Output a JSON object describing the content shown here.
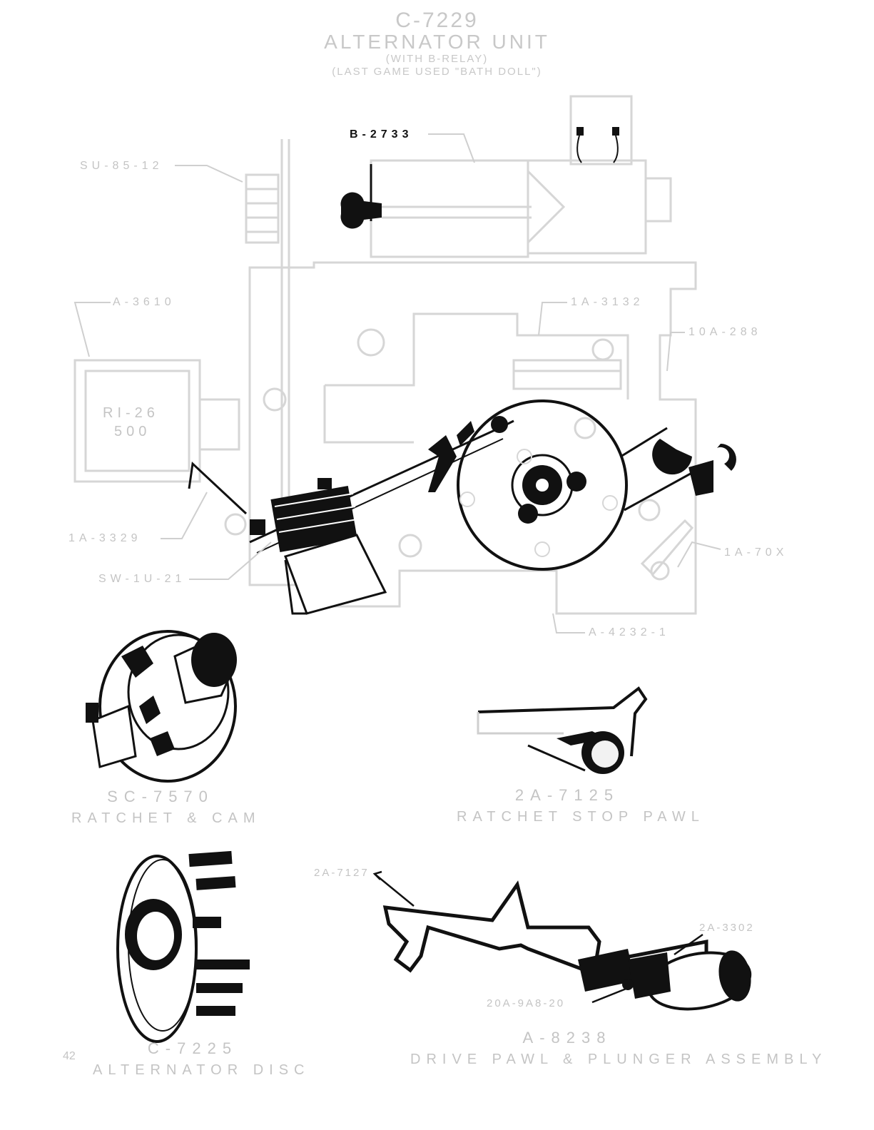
{
  "title": {
    "line1": "C-7229",
    "line2": "ALTERNATOR UNIT",
    "line3": "(WITH B-RELAY)",
    "line4": "(LAST GAME USED \"BATH DOLL\")"
  },
  "labels": {
    "b_relay": "B-2733",
    "coil_left": "SU-85-12",
    "a_switch": "A-3610",
    "box_line1": "RI-26",
    "box_line2": "500",
    "bracket": "1A-3329",
    "switch_stack": "SW-1U-21",
    "pawl_top": "1A-3132",
    "spring_right": "10A-288",
    "link_right": "1A-70X",
    "base_right": "A-4232-1"
  },
  "parts": [
    {
      "id": "ratchet-cam",
      "number": "SC-7570",
      "name": "RATCHET & CAM"
    },
    {
      "id": "ratchet-stop-pawl",
      "number": "2A-7125",
      "name": "RATCHET STOP PAWL"
    },
    {
      "id": "alternator-disc",
      "number": "C-7225",
      "name": "ALTERNATOR DISC"
    },
    {
      "id": "drive-pawl-plunger",
      "number": "A-8238",
      "name": "DRIVE PAWL & PLUNGER ASSEMBLY"
    }
  ],
  "drive_callouts": {
    "pawl": "2A-7127",
    "plunger": "2A-3302",
    "spring": "20A-9A8-20"
  },
  "page_number": "42"
}
